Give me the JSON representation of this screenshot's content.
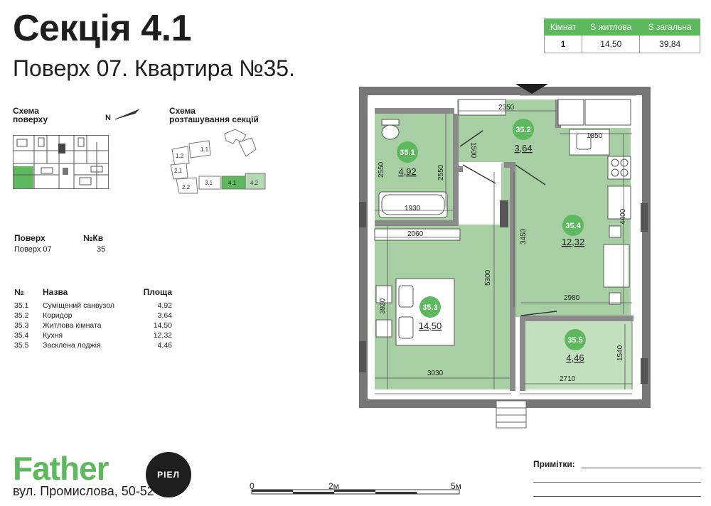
{
  "header": {
    "title": "Секція 4.1",
    "subtitle": "Поверх 07. Квартира №35."
  },
  "summary": {
    "headers": [
      "Кімнат",
      "S житлова",
      "S загальна"
    ],
    "values": [
      "1",
      "14,50",
      "39,84"
    ]
  },
  "floor_scheme": {
    "title_line1": "Схема",
    "title_line2": "поверху",
    "north": "N"
  },
  "section_scheme": {
    "title_line1": "Схема",
    "title_line2": "розташування секцій",
    "sections": [
      "1.1",
      "1.2",
      "2.1",
      "2.2",
      "3.1",
      "4.1",
      "4.2"
    ],
    "active_section": "4.1"
  },
  "info": {
    "floor_label": "Поверх",
    "apt_label": "№Кв",
    "floor_value": "Поверх 07",
    "apt_value": "35"
  },
  "rooms": {
    "headers": [
      "№",
      "Назва",
      "Площа"
    ],
    "items": [
      {
        "num": "35.1",
        "name": "Суміщений санвузол",
        "area": "4,92"
      },
      {
        "num": "35.2",
        "name": "Коридор",
        "area": "3,64"
      },
      {
        "num": "35.3",
        "name": "Житлова кімната",
        "area": "14,50"
      },
      {
        "num": "35.4",
        "name": "Кухня",
        "area": "12,32"
      },
      {
        "num": "35.5",
        "name": "Засклена лоджія",
        "area": "4,46"
      }
    ]
  },
  "plan": {
    "labels": [
      {
        "id": "35.1",
        "area": "4,92"
      },
      {
        "id": "35.2",
        "area": "3,64"
      },
      {
        "id": "35.3",
        "area": "14,50"
      },
      {
        "id": "35.4",
        "area": "12,32"
      },
      {
        "id": "35.5",
        "area": "4,46"
      }
    ],
    "dimensions": [
      "2350",
      "1850",
      "1500",
      "2550",
      "2550",
      "1930",
      "2060",
      "5300",
      "3450",
      "4400",
      "3920",
      "2980",
      "1540",
      "3030",
      "2710"
    ]
  },
  "scale": {
    "labels": [
      "0",
      "2м",
      "5м"
    ]
  },
  "brand": {
    "name": "Father",
    "badge": "РІЕЛ",
    "address": "вул. Промислова, 50-52"
  },
  "notes": {
    "title": "Примітки:"
  },
  "colors": {
    "accent": "#5eb85e",
    "room_fill": "#a7cfa3",
    "room_fill_light": "#c2dfbe",
    "wall": "#777777"
  }
}
